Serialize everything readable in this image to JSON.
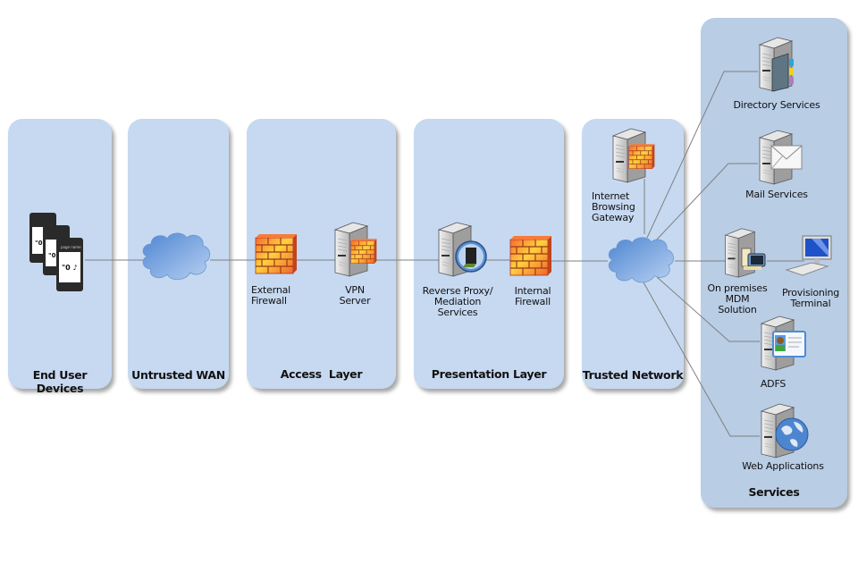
{
  "zones": {
    "end_user_devices": "End User Devices",
    "untrusted_wan": "Untrusted WAN",
    "access_layer": "Access  Layer",
    "presentation_layer": "Presentation Layer",
    "trusted_network": "Trusted Network",
    "services": "Services"
  },
  "nodes": {
    "external_firewall": [
      "External",
      "Firewall"
    ],
    "vpn_server": [
      "VPN",
      "Server"
    ],
    "reverse_proxy": [
      "Reverse Proxy/",
      "Mediation",
      "Services"
    ],
    "internal_firewall": [
      "Internal",
      "Firewall"
    ],
    "internet_gateway": [
      "Internet",
      "Browsing",
      "Gateway"
    ],
    "directory_services": "Directory Services",
    "mail_services": "Mail Services",
    "mdm_solution": [
      "On premises",
      "MDM",
      "Solution"
    ],
    "provisioning_terminal": [
      "Provisioning",
      "Terminal"
    ],
    "adfs": "ADFS",
    "web_applications": "Web Applications"
  },
  "device_screen_text": "page name",
  "colors": {
    "zone_fill": "#c6d9f1",
    "services_fill": "#b9cde5",
    "link_line": "#7f7f7f",
    "cloud": "#5b8fd6",
    "firewall": "#f29a2e"
  }
}
